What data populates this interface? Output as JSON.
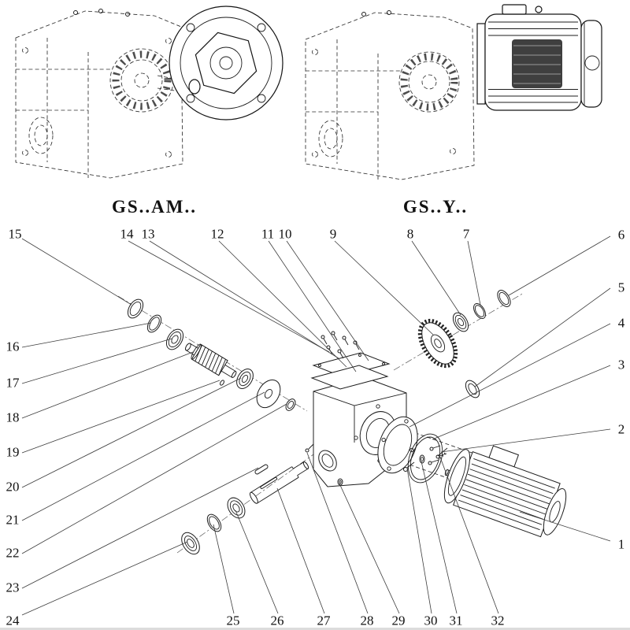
{
  "figure": {
    "type": "exploded-parts-diagram",
    "background": "#ffffff",
    "line_color": "#1c1c1c"
  },
  "models": [
    {
      "label": "GS..AM.."
    },
    {
      "label": "GS..Y.."
    }
  ],
  "callouts": [
    "1",
    "2",
    "3",
    "4",
    "5",
    "6",
    "7",
    "8",
    "9",
    "10",
    "11",
    "12",
    "13",
    "14",
    "15",
    "16",
    "17",
    "18",
    "19",
    "20",
    "21",
    "22",
    "23",
    "24",
    "25",
    "26",
    "27",
    "28",
    "29",
    "30",
    "31",
    "32"
  ]
}
